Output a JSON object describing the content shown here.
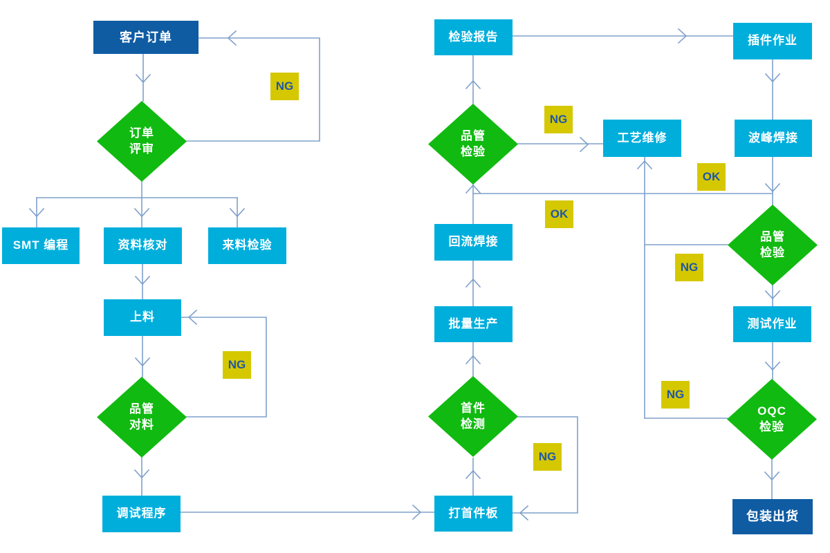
{
  "colors": {
    "process_fill": "#00AEDC",
    "terminal_fill": "#0F5CA3",
    "decision_fill": "#10BA10",
    "label_fill": "#D5C800",
    "label_text": "#1F57A8",
    "connector": "#7FA0CB",
    "node_text": "#FFFFFF"
  },
  "nodes": {
    "customer_order": {
      "label": "客户订单"
    },
    "order_review": {
      "label": "订单\n评审"
    },
    "smt_programming": {
      "label": "SMT 编程"
    },
    "data_check": {
      "label": "资料核对"
    },
    "incoming_inspection": {
      "label": "来料检验"
    },
    "loading": {
      "label": "上料"
    },
    "qc_materials": {
      "label": "品管\n对料"
    },
    "debug_program": {
      "label": "调试程序"
    },
    "first_board": {
      "label": "打首件板"
    },
    "first_article": {
      "label": "首件\n检测"
    },
    "batch_production": {
      "label": "批量生产"
    },
    "reflow_soldering": {
      "label": "回流焊接"
    },
    "qc_inspection_mid": {
      "label": "品管\n检验"
    },
    "inspection_report": {
      "label": "检验报告"
    },
    "process_repair": {
      "label": "工艺维修"
    },
    "plugin_operation": {
      "label": "插件作业"
    },
    "wave_soldering": {
      "label": "波峰焊接"
    },
    "qc_inspection_right": {
      "label": "品管\n检验"
    },
    "test_operation": {
      "label": "测试作业"
    },
    "oqc_inspection": {
      "label": "OQC\n检验"
    },
    "packing_shipping": {
      "label": "包装出货"
    }
  },
  "tags": {
    "ng_order_loop": {
      "label": "NG"
    },
    "ng_materials_loop": {
      "label": "NG"
    },
    "ng_mid_qc": {
      "label": "NG"
    },
    "ok_wave": {
      "label": "OK"
    },
    "ok_mid": {
      "label": "OK"
    },
    "ng_right_qc": {
      "label": "NG"
    },
    "ng_oqc": {
      "label": "NG"
    },
    "ng_first_article": {
      "label": "NG"
    }
  }
}
